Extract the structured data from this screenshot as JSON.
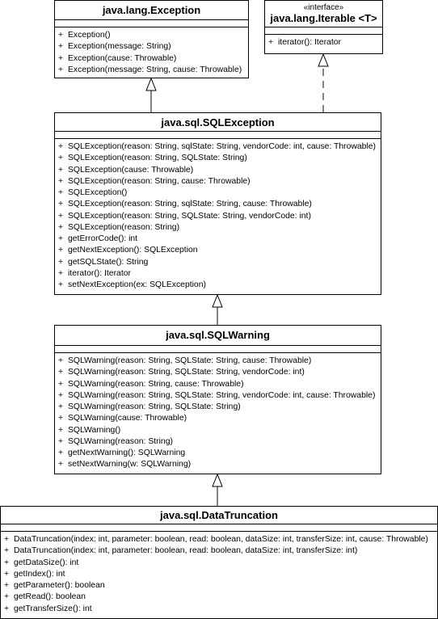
{
  "classes": {
    "exception": {
      "name": "java.lang.Exception",
      "operations": [
        {
          "vis": "+",
          "sig": "Exception()"
        },
        {
          "vis": "+",
          "sig": "Exception(message: String)"
        },
        {
          "vis": "+",
          "sig": "Exception(cause: Throwable)"
        },
        {
          "vis": "+",
          "sig": "Exception(message: String, cause: Throwable)"
        }
      ]
    },
    "iterable": {
      "stereotype": "«interface»",
      "name": "java.lang.Iterable <T>",
      "operations": [
        {
          "vis": "+",
          "sig": "iterator(): Iterator"
        }
      ]
    },
    "sqlexception": {
      "name": "java.sql.SQLException",
      "operations": [
        {
          "vis": "+",
          "sig": "SQLException(reason: String, sqlState: String, vendorCode: int, cause: Throwable)"
        },
        {
          "vis": "+",
          "sig": "SQLException(reason: String, SQLState: String)"
        },
        {
          "vis": "+",
          "sig": "SQLException(cause: Throwable)"
        },
        {
          "vis": "+",
          "sig": "SQLException(reason: String, cause: Throwable)"
        },
        {
          "vis": "+",
          "sig": "SQLException()"
        },
        {
          "vis": "+",
          "sig": "SQLException(reason: String, sqlState: String, cause: Throwable)"
        },
        {
          "vis": "+",
          "sig": "SQLException(reason: String, SQLState: String, vendorCode: int)"
        },
        {
          "vis": "+",
          "sig": "SQLException(reason: String)"
        },
        {
          "vis": "+",
          "sig": "getErrorCode(): int"
        },
        {
          "vis": "+",
          "sig": "getNextException(): SQLException"
        },
        {
          "vis": "+",
          "sig": "getSQLState(): String"
        },
        {
          "vis": "+",
          "sig": "iterator(): Iterator"
        },
        {
          "vis": "+",
          "sig": "setNextException(ex: SQLException)"
        }
      ]
    },
    "sqlwarning": {
      "name": "java.sql.SQLWarning",
      "operations": [
        {
          "vis": "+",
          "sig": "SQLWarning(reason: String, SQLState: String, cause: Throwable)"
        },
        {
          "vis": "+",
          "sig": "SQLWarning(reason: String, SQLState: String, vendorCode: int)"
        },
        {
          "vis": "+",
          "sig": "SQLWarning(reason: String, cause: Throwable)"
        },
        {
          "vis": "+",
          "sig": "SQLWarning(reason: String, SQLState: String, vendorCode: int, cause: Throwable)"
        },
        {
          "vis": "+",
          "sig": "SQLWarning(reason: String, SQLState: String)"
        },
        {
          "vis": "+",
          "sig": "SQLWarning(cause: Throwable)"
        },
        {
          "vis": "+",
          "sig": "SQLWarning()"
        },
        {
          "vis": "+",
          "sig": "SQLWarning(reason: String)"
        },
        {
          "vis": "+",
          "sig": "getNextWarning(): SQLWarning"
        },
        {
          "vis": "+",
          "sig": "setNextWarning(w: SQLWarning)"
        }
      ]
    },
    "datatruncation": {
      "name": "java.sql.DataTruncation",
      "operations": [
        {
          "vis": "+",
          "sig": "DataTruncation(index: int, parameter: boolean, read: boolean, dataSize: int, transferSize: int, cause: Throwable)"
        },
        {
          "vis": "+",
          "sig": "DataTruncation(index: int, parameter: boolean, read: boolean, dataSize: int, transferSize: int)"
        },
        {
          "vis": "+",
          "sig": "getDataSize(): int"
        },
        {
          "vis": "+",
          "sig": "getIndex(): int"
        },
        {
          "vis": "+",
          "sig": "getParameter(): boolean"
        },
        {
          "vis": "+",
          "sig": "getRead(): boolean"
        },
        {
          "vis": "+",
          "sig": "getTransferSize(): int"
        }
      ]
    }
  },
  "relations": [
    {
      "from": "java.sql.SQLException",
      "to": "java.lang.Exception",
      "kind": "generalization"
    },
    {
      "from": "java.sql.SQLException",
      "to": "java.lang.Iterable <T>",
      "kind": "realization"
    },
    {
      "from": "java.sql.SQLWarning",
      "to": "java.sql.SQLException",
      "kind": "generalization"
    },
    {
      "from": "java.sql.DataTruncation",
      "to": "java.sql.SQLWarning",
      "kind": "generalization"
    }
  ]
}
